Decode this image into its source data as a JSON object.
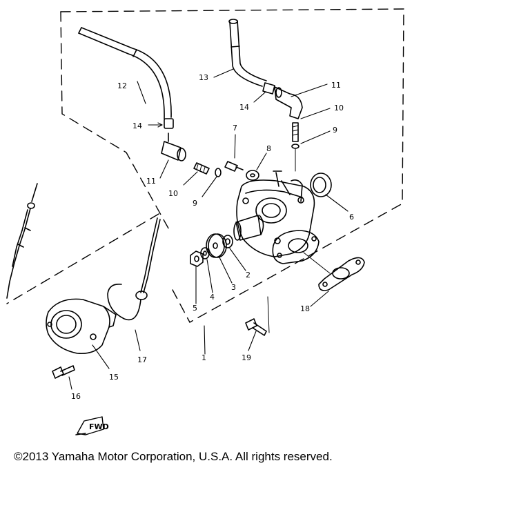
{
  "diagram": {
    "callouts": [
      {
        "id": "c1",
        "text": "1"
      },
      {
        "id": "c2",
        "text": "2"
      },
      {
        "id": "c3",
        "text": "3"
      },
      {
        "id": "c4",
        "text": "4"
      },
      {
        "id": "c5",
        "text": "5"
      },
      {
        "id": "c6",
        "text": "6"
      },
      {
        "id": "c7",
        "text": "7"
      },
      {
        "id": "c8",
        "text": "8"
      },
      {
        "id": "c9a",
        "text": "9"
      },
      {
        "id": "c9b",
        "text": "9"
      },
      {
        "id": "c10a",
        "text": "10"
      },
      {
        "id": "c10b",
        "text": "10"
      },
      {
        "id": "c11a",
        "text": "11"
      },
      {
        "id": "c11b",
        "text": "11"
      },
      {
        "id": "c12",
        "text": "12"
      },
      {
        "id": "c13",
        "text": "13"
      },
      {
        "id": "c14a",
        "text": "14"
      },
      {
        "id": "c14b",
        "text": "14"
      },
      {
        "id": "c15",
        "text": "15"
      },
      {
        "id": "c16",
        "text": "16"
      },
      {
        "id": "c17",
        "text": "17"
      },
      {
        "id": "c18",
        "text": "18"
      },
      {
        "id": "c19",
        "text": "19"
      }
    ],
    "fwd_label": "FWD"
  },
  "copyright": "©2013 Yamaha Motor Corporation, U.S.A. All rights reserved."
}
